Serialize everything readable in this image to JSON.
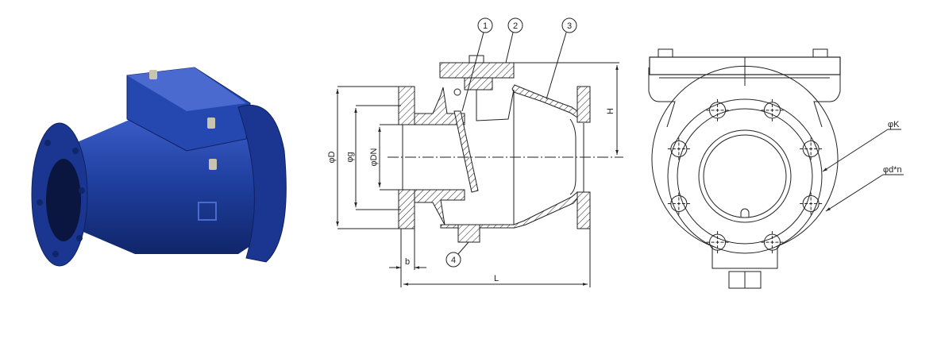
{
  "photo": {
    "body_color": "#1f3f9e",
    "shadow_color": "#0f2160",
    "highlight_color": "#4a6ad0"
  },
  "side_view": {
    "callouts": [
      "1",
      "2",
      "3",
      "4"
    ],
    "dimensions": {
      "outer_diameter": "φD",
      "raised_face": "φg",
      "nominal": "φDN",
      "height": "H",
      "length": "L",
      "flange_thickness": "b"
    }
  },
  "end_view": {
    "dimensions": {
      "bolt_circle": "φK",
      "bolt_holes": "φd*n"
    }
  }
}
